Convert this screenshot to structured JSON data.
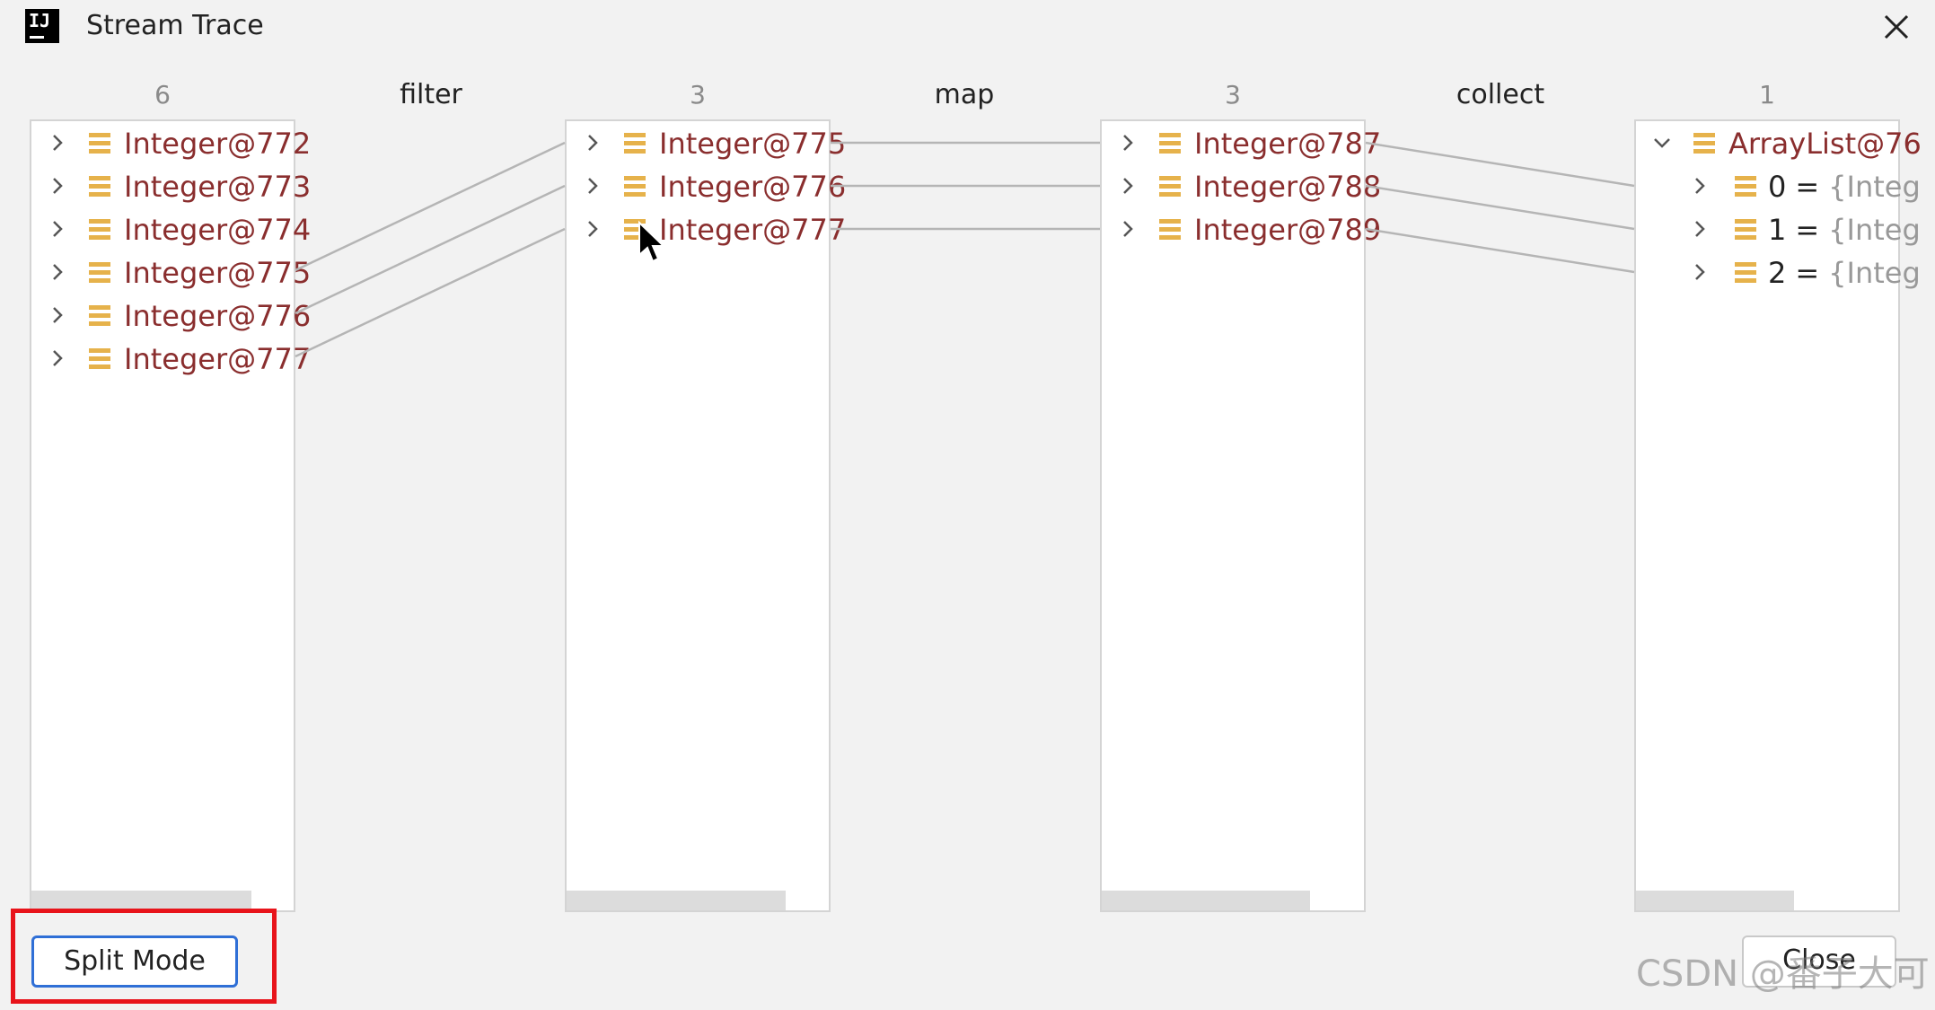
{
  "window": {
    "title": "Stream Trace",
    "logo_text": "IJ"
  },
  "steps": [
    {
      "count": "6",
      "items": [
        "Integer@772",
        "Integer@773",
        "Integer@774",
        "Integer@775",
        "Integer@776",
        "Integer@777"
      ]
    },
    {
      "operation": "filter"
    },
    {
      "count": "3",
      "items": [
        "Integer@775",
        "Integer@776",
        "Integer@777"
      ]
    },
    {
      "operation": "map"
    },
    {
      "count": "3",
      "items": [
        "Integer@787",
        "Integer@788",
        "Integer@789"
      ]
    },
    {
      "operation": "collect"
    },
    {
      "count": "1",
      "root": "ArrayList@76",
      "children": [
        {
          "index": "0",
          "eq": "=",
          "value": "{Integ"
        },
        {
          "index": "1",
          "eq": "=",
          "value": "{Integ"
        },
        {
          "index": "2",
          "eq": "=",
          "value": "{Integ"
        }
      ]
    }
  ],
  "buttons": {
    "split_mode": "Split Mode",
    "close": "Close"
  },
  "watermark": "CSDN @番子大可",
  "colors": {
    "item_text": "#8a2e2e",
    "icon": "#e6b24b",
    "highlight": "#e8141b",
    "button_focus": "#2f6fd6"
  }
}
